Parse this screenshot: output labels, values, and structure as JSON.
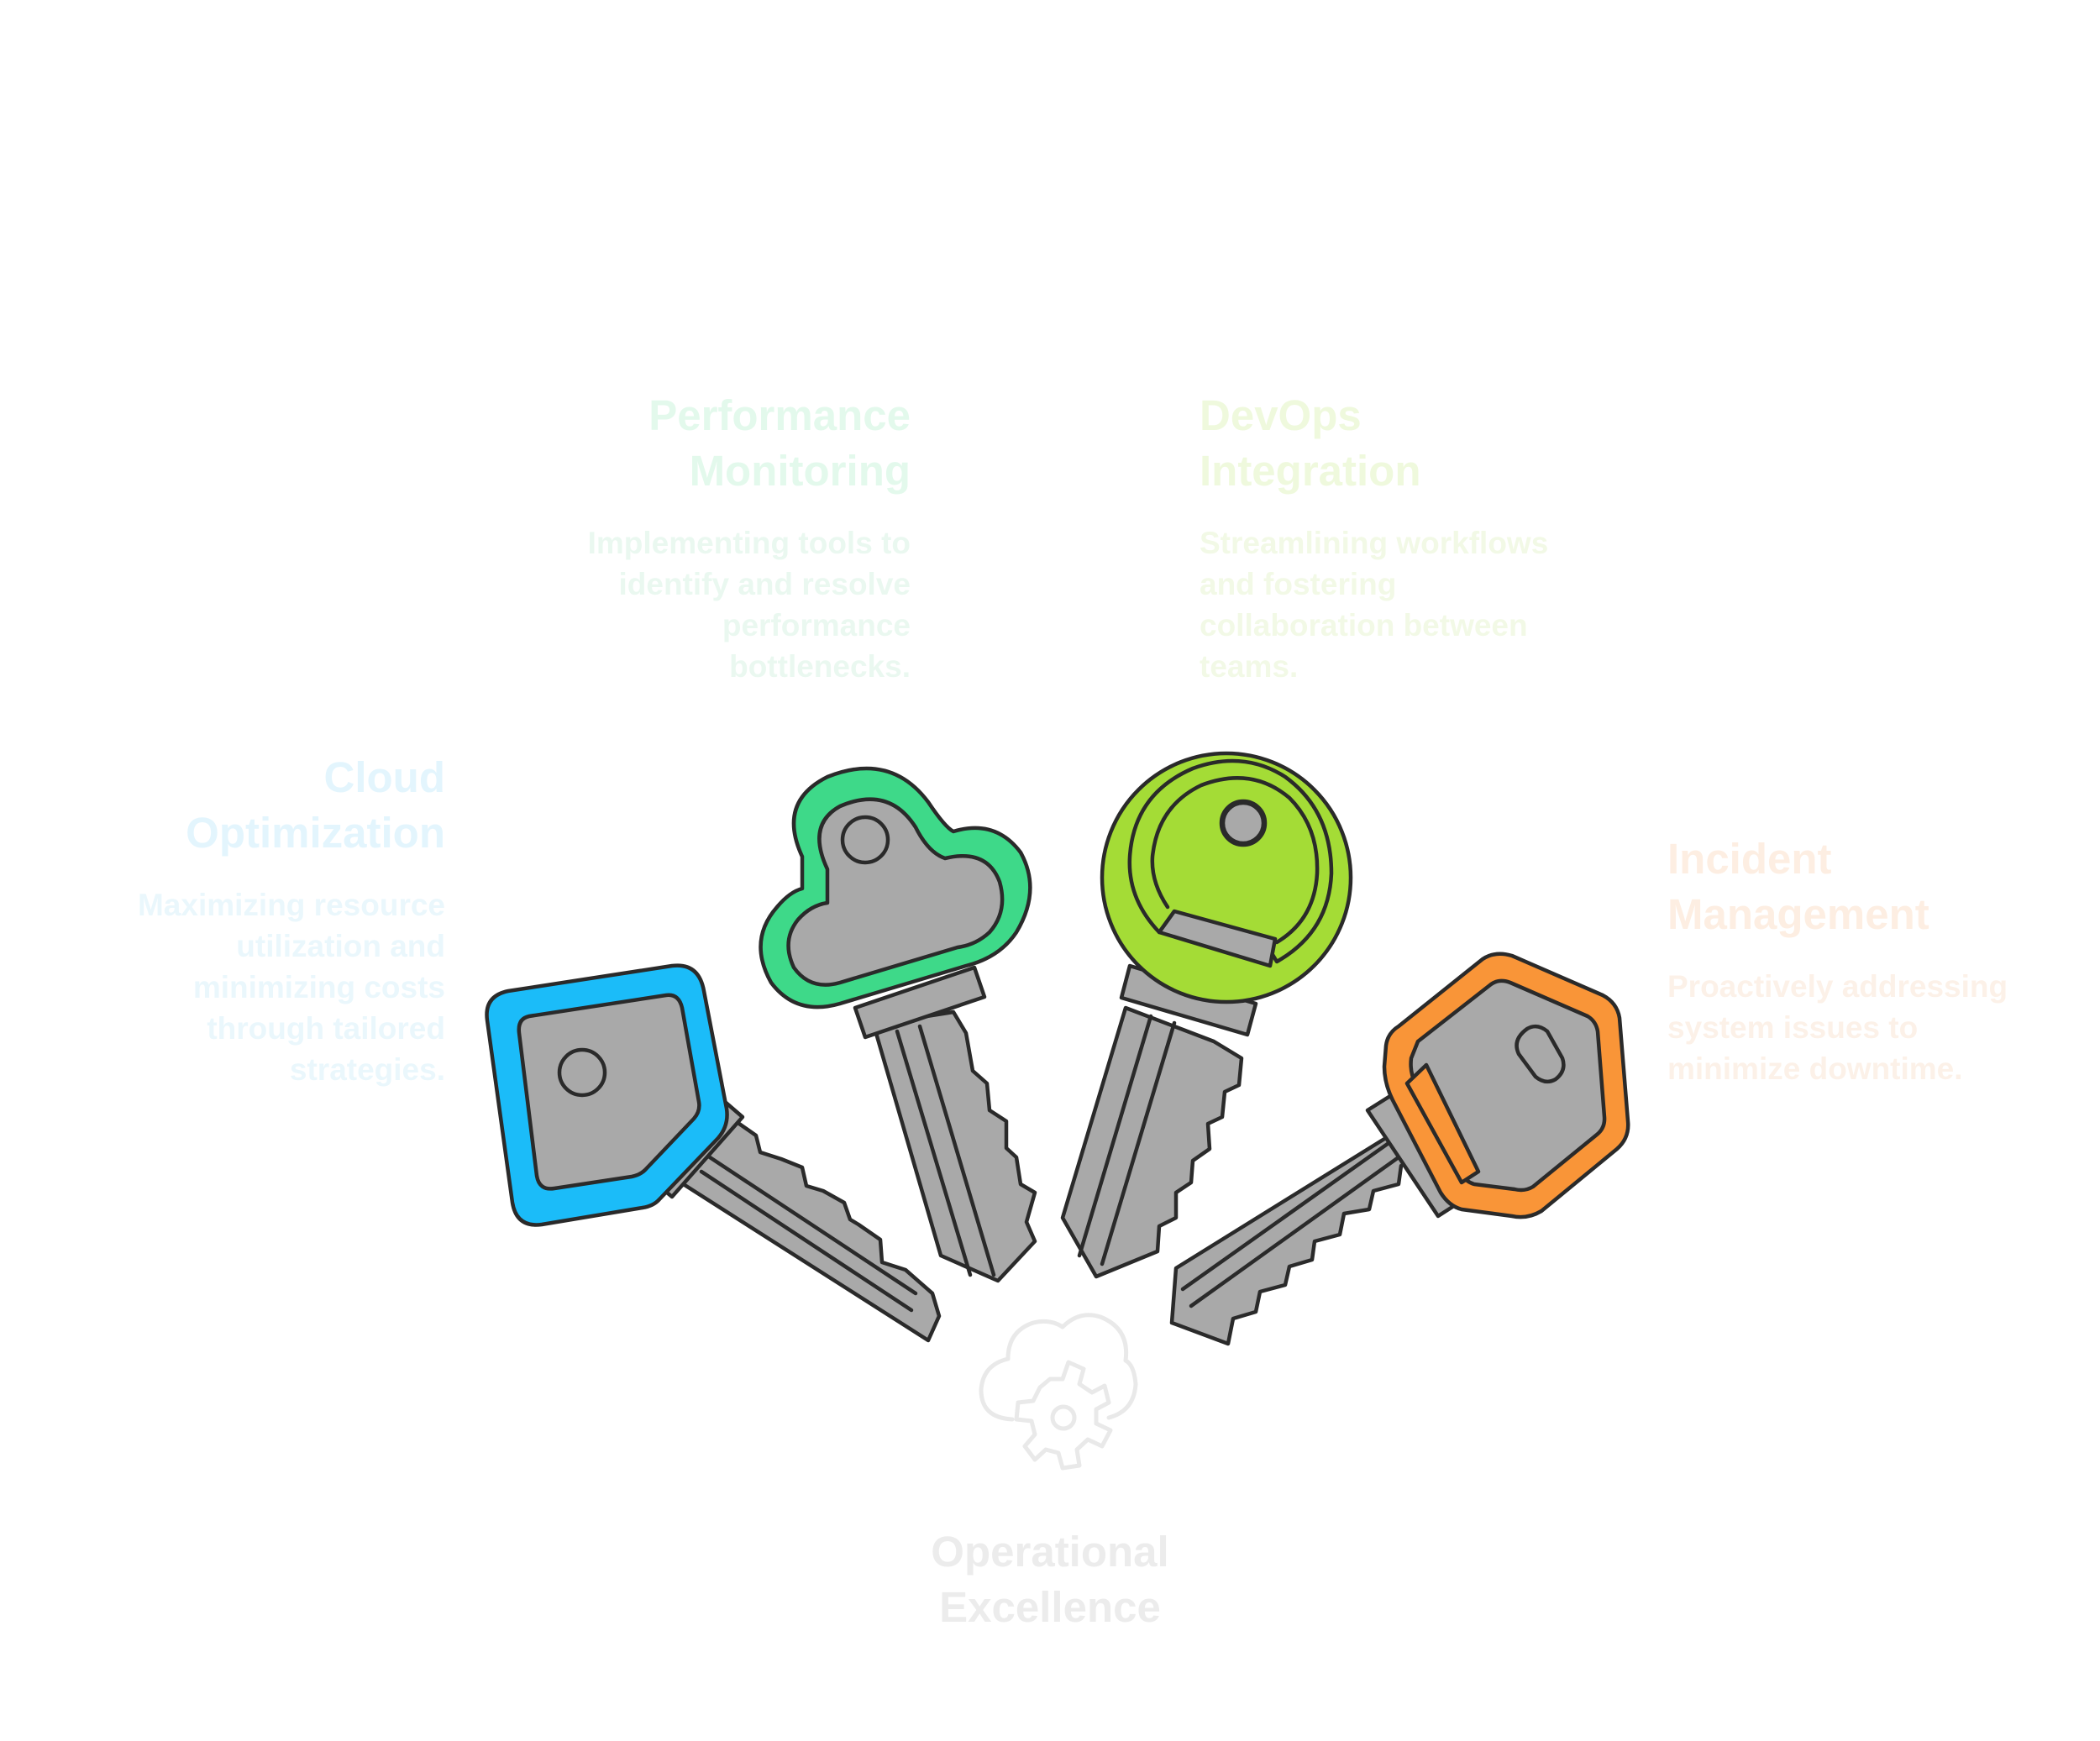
{
  "center": {
    "title_line1": "Operational",
    "title_line2": "Excellence",
    "icon": "cloud-gear-icon",
    "color": "#e9e9e9"
  },
  "items": {
    "cloud": {
      "title_line1": "Cloud",
      "title_line2": "Optimization",
      "desc_lines": [
        "Maximizing resource",
        "utilization and",
        "minimizing costs",
        "through tailored",
        "strategies."
      ],
      "color": "#1bbcf9"
    },
    "performance": {
      "title_line1": "Performance",
      "title_line2": "Monitoring",
      "desc_lines": [
        "Implementing tools to",
        "identify and resolve",
        "performance",
        "bottlenecks."
      ],
      "color": "#3ed989"
    },
    "devops": {
      "title_line1": "DevOps",
      "title_line2": "Integration",
      "desc_lines": [
        "Streamlining workflows",
        "and fostering",
        "collaboration between",
        "teams."
      ],
      "color": "#a4dc36"
    },
    "incident": {
      "title_line1": "Incident",
      "title_line2": "Management",
      "desc_lines": [
        "Proactively addressing",
        "system issues to",
        "minimize downtime."
      ],
      "color": "#f99538"
    }
  }
}
